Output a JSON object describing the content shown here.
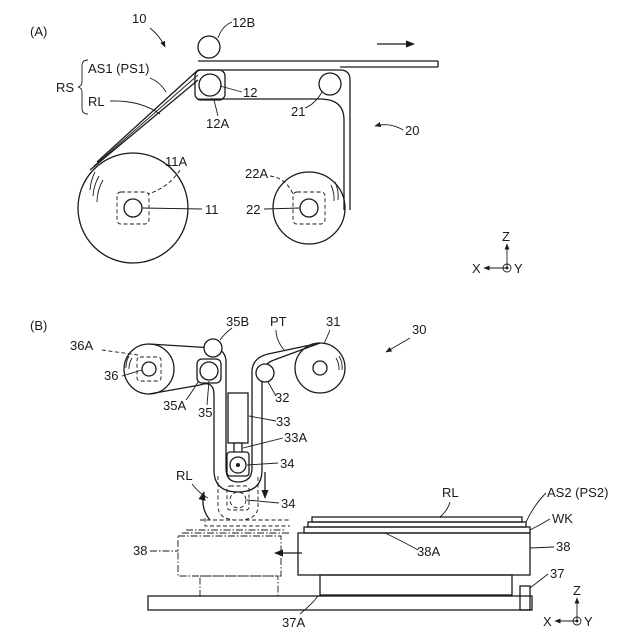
{
  "panel_a": {
    "panel_label": "(A)",
    "assembly": "10",
    "top_roller": "12B",
    "sheet_label": "AS1 (PS1)",
    "composite": "RS",
    "release_liner": "RL",
    "guide_roller": "12",
    "roller_holder": "12A",
    "roller_21": "21",
    "arrow_20": "20",
    "supply_holder": "11A",
    "supply_roll": "11",
    "takeup_holder": "22A",
    "takeup_roll": "22",
    "axes": {
      "z": "Z",
      "x": "X",
      "y": "Y"
    }
  },
  "panel_b": {
    "panel_label": "(B)",
    "assembly": "30",
    "top_roller": "35B",
    "tape": "PT",
    "roll_31": "31",
    "holder_36": "36A",
    "roll_36": "36",
    "holder_35": "35A",
    "roller_35": "35",
    "roller_32": "32",
    "cylinder": "33",
    "rod": "33A",
    "press_roller": "34",
    "press_roller_lowered": "34",
    "release_liner_left": "RL",
    "release_liner_right": "RL",
    "sheet_label": "AS2 (PS2)",
    "workpiece": "WK",
    "table_upper": "38",
    "table_surface": "38A",
    "table_ghost": "38",
    "rail": "37",
    "rail_label": "37A",
    "axes": {
      "z": "Z",
      "x": "X",
      "y": "Y"
    }
  }
}
